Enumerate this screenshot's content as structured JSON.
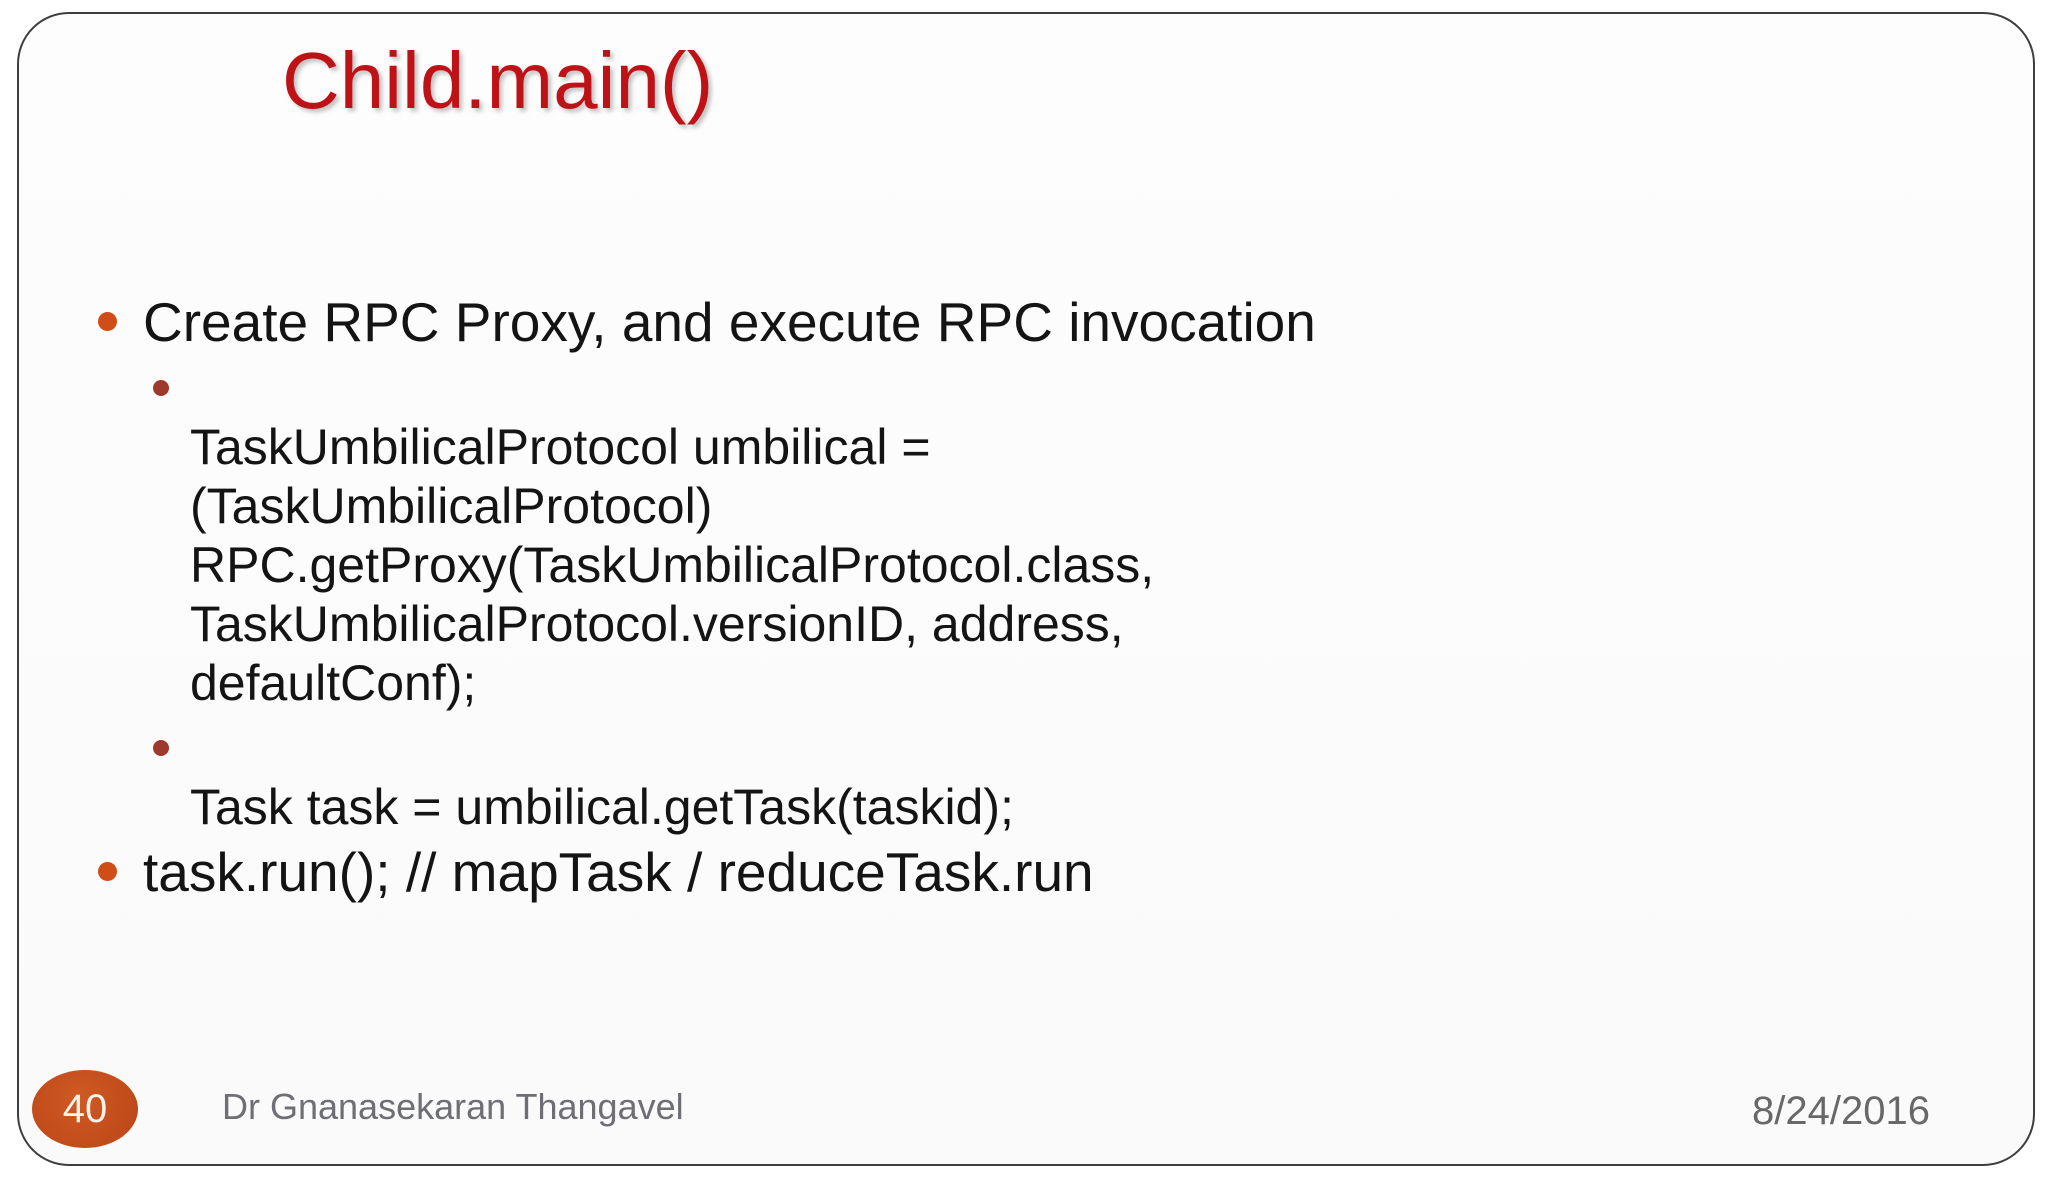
{
  "slide": {
    "title": "Child.main()",
    "bullets": [
      {
        "text": "Create RPC Proxy, and execute RPC invocation",
        "children": [
          {
            "lines": [
              "TaskUmbilicalProtocol umbilical =",
              "(TaskUmbilicalProtocol)",
              "RPC.getProxy(TaskUmbilicalProtocol.class,",
              "TaskUmbilicalProtocol.versionID, address,",
              "defaultConf);"
            ]
          },
          {
            "lines": [
              "Task task = umbilical.getTask(taskid);"
            ]
          }
        ]
      },
      {
        "text": "task.run(); // mapTask / reduceTask.run",
        "children": []
      }
    ],
    "footer": {
      "page_number": "40",
      "author": "Dr Gnanasekaran Thangavel",
      "date": "8/24/2016"
    },
    "colors": {
      "title_red": "#bf1216",
      "level1_bullet_orange": "#cf4d17",
      "level2_bullet_maroon": "#9e392b",
      "badge_orange": "#c44e1c",
      "body_text": "#141414",
      "footer_gray": "#6e6e74",
      "border_gray": "#3e3e3e"
    }
  }
}
